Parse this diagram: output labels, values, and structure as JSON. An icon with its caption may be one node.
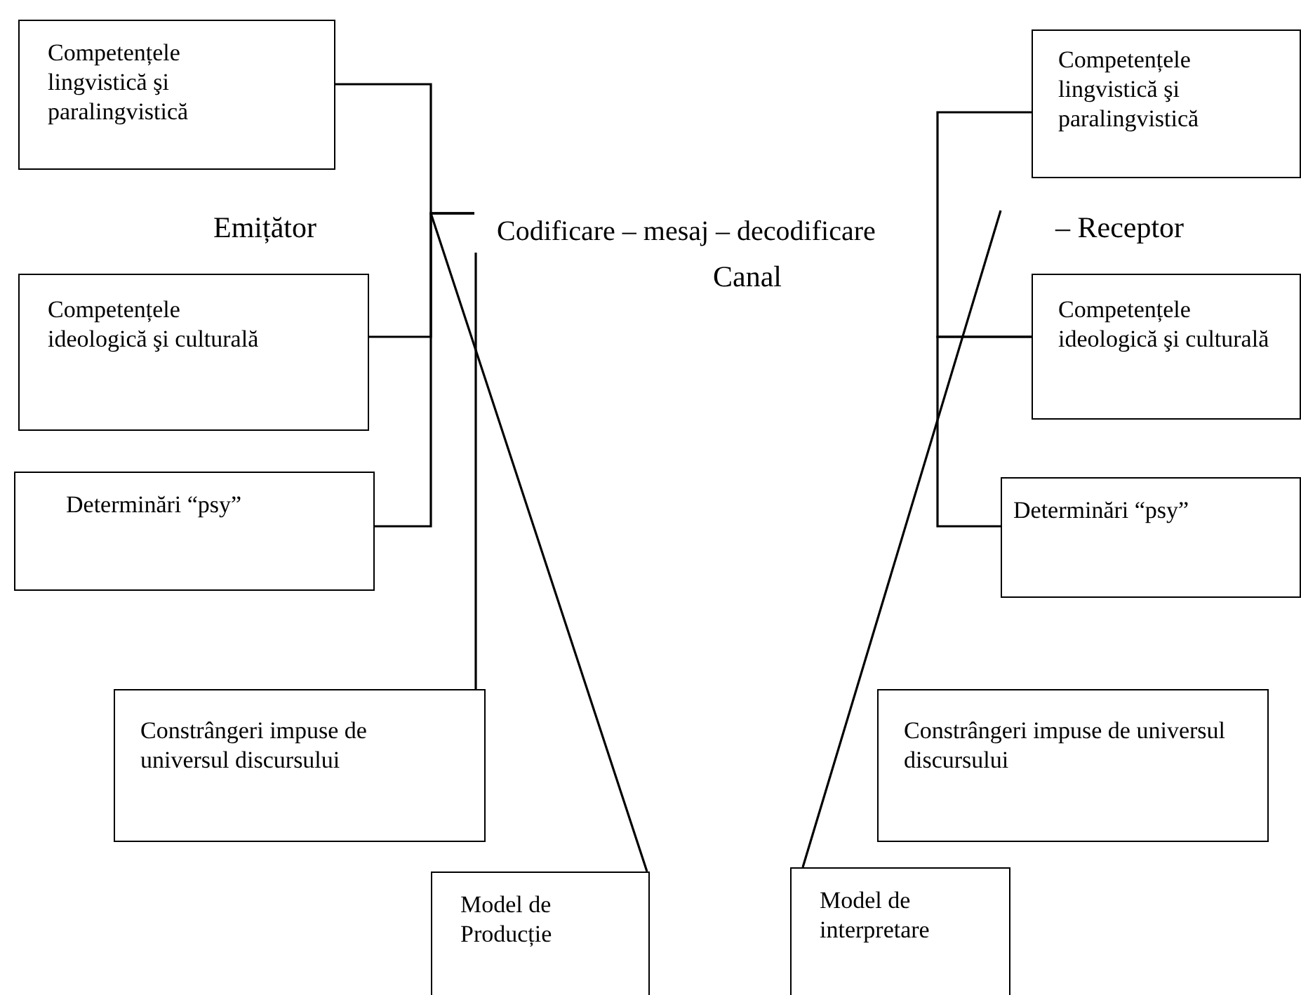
{
  "diagram": {
    "nodes": [
      {
        "text": [
          "Competențele lingvistică şi paralingvistică"
        ]
      },
      {
        "text": [
          "Competențele ideologică şi culturală"
        ]
      },
      {
        "text": [
          "Determinări “psy”"
        ]
      },
      {
        "text": [
          "Constrângeri impuse de universul discursului"
        ]
      },
      {
        "text": [
          "Model de Producție"
        ]
      },
      {
        "text": [
          "Codificare – mesaj – decodificare"
        ]
      },
      {
        "text": [
          "Competențele lingvistică şi paralingvistică"
        ]
      },
      {
        "text": [
          "Competențele ideologică şi culturală"
        ]
      },
      {
        "text": [
          "Determinări “psy”"
        ]
      },
      {
        "text": [
          "Constrângeri impuse de universul discursului"
        ]
      },
      {
        "text": [
          "Model de interpretare"
        ]
      }
    ],
    "edges": [
      {
        "from": 0,
        "to": 5,
        "arrow": "none"
      },
      {
        "from": 1,
        "to": 5,
        "arrow": "none"
      },
      {
        "from": 2,
        "to": 5,
        "arrow": "none"
      },
      {
        "from": null,
        "to": 4,
        "arrow": "none"
      },
      {
        "from": 5,
        "to": 3,
        "arrow": "none"
      },
      {
        "from": 6,
        "to": 7,
        "arrow": "none"
      },
      {
        "from": 7,
        "to": 8,
        "arrow": "none"
      },
      {
        "from": null,
        "to": 10,
        "arrow": "none"
      }
    ],
    "labels": [
      "Emițător",
      "Canal",
      "– Receptor"
    ]
  }
}
